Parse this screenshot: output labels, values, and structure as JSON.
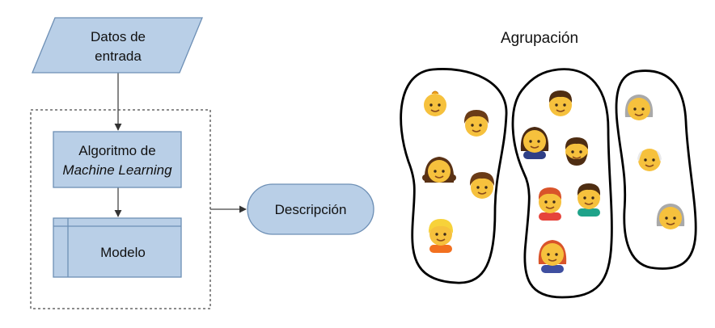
{
  "flowchart": {
    "input": {
      "line1": "Datos de",
      "line2": "entrada"
    },
    "algorithm": {
      "line1": "Algoritmo de",
      "line2": "Machine Learning"
    },
    "model": {
      "label": "Modelo"
    },
    "output": {
      "label": "Descripción"
    }
  },
  "clustering": {
    "title": "Agrupación",
    "clusters": [
      {
        "people": [
          "baby",
          "boy",
          "girl",
          "boy",
          "blond-person"
        ]
      },
      {
        "people": [
          "man",
          "woman",
          "bearded-man",
          "red-haired-man",
          "man",
          "red-haired-woman"
        ]
      },
      {
        "people": [
          "older-woman",
          "older-man",
          "older-woman"
        ]
      }
    ]
  },
  "colors": {
    "box_fill": "#b9cfe7",
    "box_stroke": "#6d8fb5",
    "skin": "#f6c13d",
    "outline": "#000000"
  }
}
